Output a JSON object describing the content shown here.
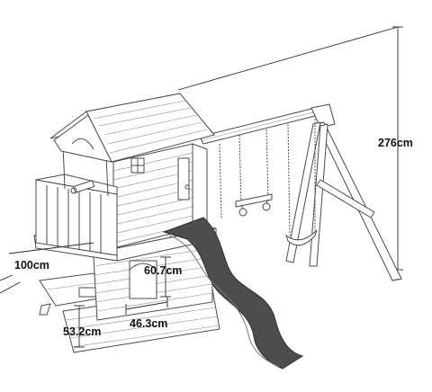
{
  "dimensions": {
    "height": "276cm",
    "depth": "100cm",
    "door_height": "60.7cm",
    "door_width": "46.3cm",
    "table_height": "53.2cm"
  },
  "colors": {
    "slide": "#4d4d4d",
    "line": "#4a4a4a",
    "background": "#ffffff"
  }
}
